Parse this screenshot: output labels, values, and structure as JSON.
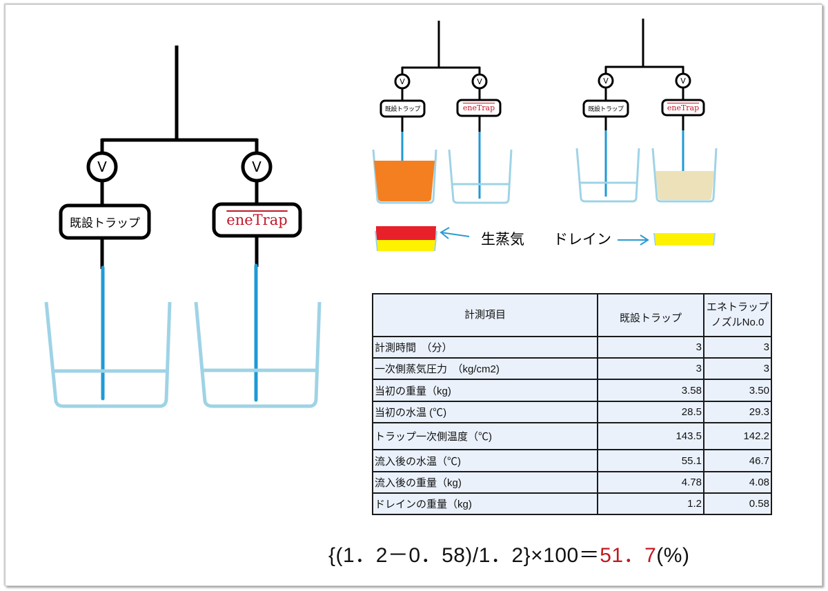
{
  "diagram": {
    "valve_symbol": "V",
    "existing_trap_label": "既設トラップ",
    "enetrap_label": "eneTrap",
    "legend": {
      "live_steam_label": "生蒸気",
      "drain_label": "ドレイン"
    },
    "colors": {
      "pipe": "#000000",
      "water_pipe": "#1e9ad6",
      "cup": "#9fd3e6",
      "steam_filled_cup": "#f47f20",
      "drain_filled_cup": "#ece1b8",
      "live_steam": "#e8202a",
      "drain": "#fff200",
      "brand_red": "#c0182a",
      "arrow": "#2b9ad0"
    }
  },
  "table": {
    "headers": {
      "item": "計測項目",
      "existing": "既設トラップ",
      "enetrap_line1": "エネトラップ",
      "enetrap_line2": "ノズルNo.0"
    },
    "rows": [
      {
        "item": "計測時間　（分）",
        "existing": "3",
        "enetrap": "3"
      },
      {
        "item": "一次側蒸気圧力　（kg/cm2)",
        "existing": "3",
        "enetrap": "3"
      },
      {
        "item": "当初の重量（kg)",
        "existing": "3.58",
        "enetrap": "3.50"
      },
      {
        "item": "当初の水温 (℃)",
        "existing": "28.5",
        "enetrap": "29.3"
      },
      {
        "item": "トラップ一次側温度（℃)",
        "existing": "143.5",
        "enetrap": "142.2"
      },
      {
        "item": "流入後の水温（℃)",
        "existing": "55.1",
        "enetrap": "46.7"
      },
      {
        "item": "流入後の重量（kg)",
        "existing": "4.78",
        "enetrap": "4.08"
      },
      {
        "item": "ドレインの重量（kg)",
        "existing": "1.2",
        "enetrap": "0.58"
      }
    ]
  },
  "formula": {
    "expression": "{(1．2－0．58)/1．2}×100＝",
    "result": "51．7",
    "unit": "(%)"
  }
}
